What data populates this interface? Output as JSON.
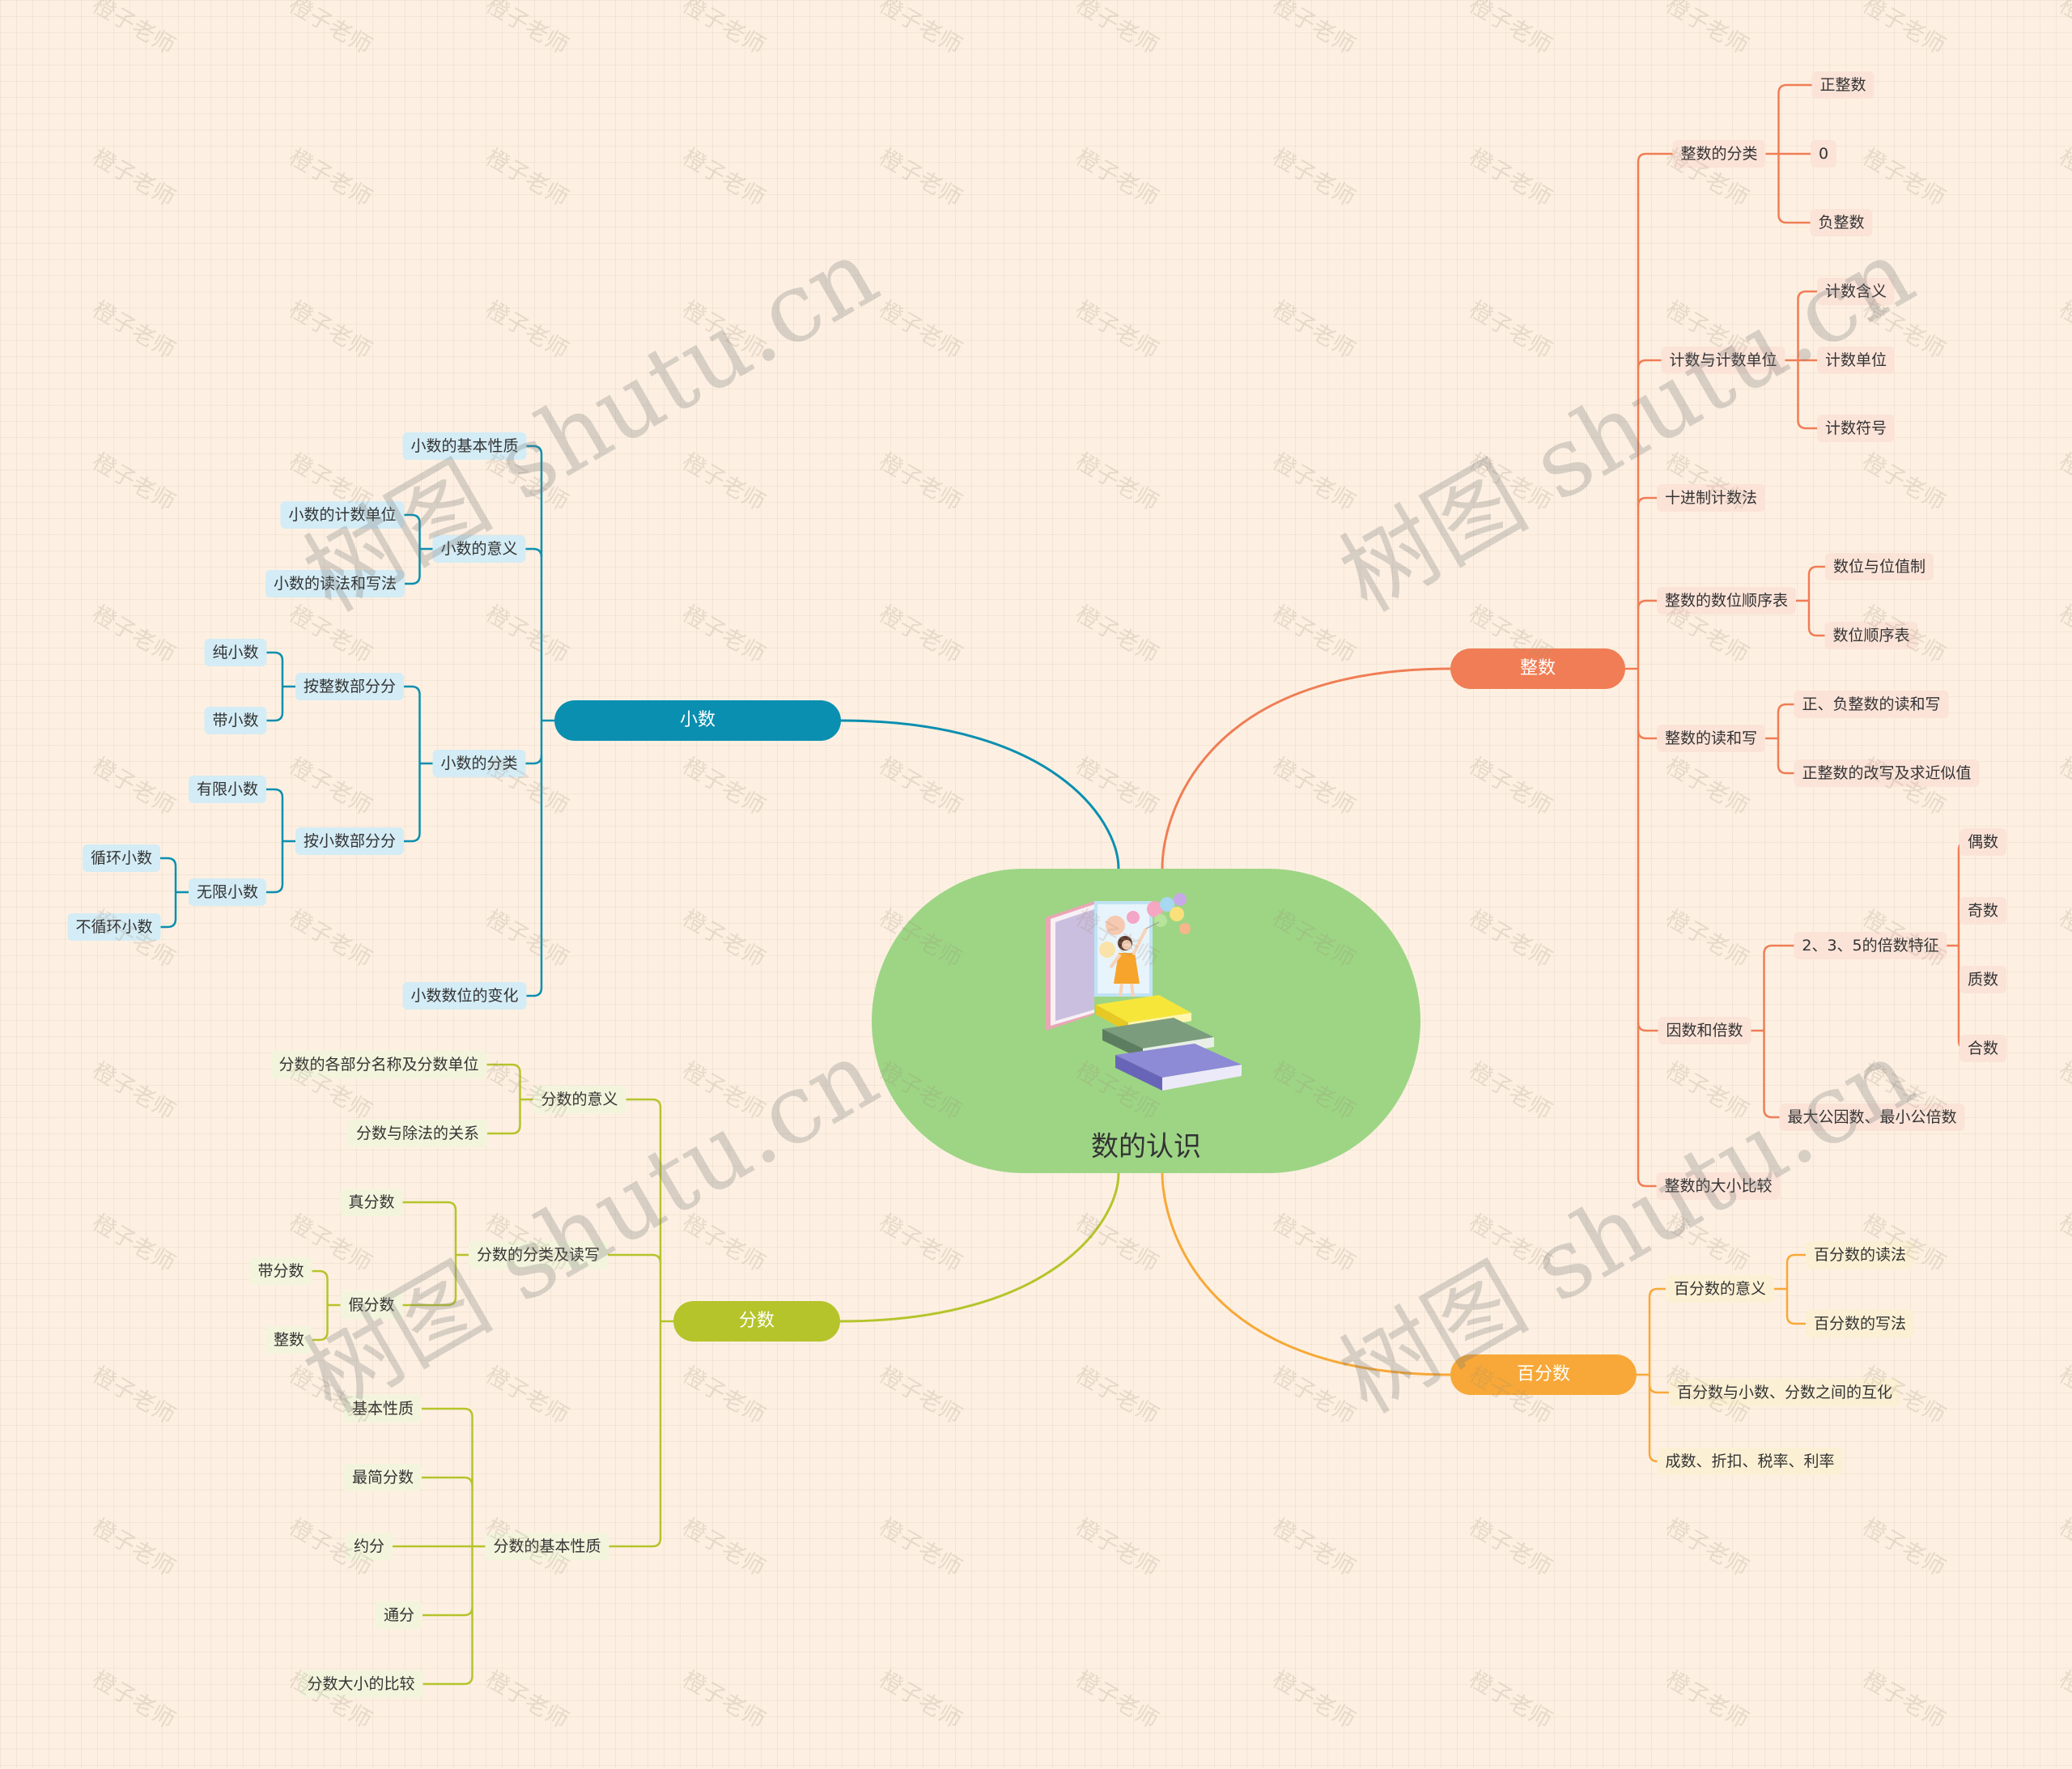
{
  "root": {
    "title": "数的认识"
  },
  "colors": {
    "xiaoshu": "#0b8fb0",
    "fenshu": "#b5c42b",
    "zhengshu": "#f07d55",
    "baifenshu": "#f7a838",
    "center": "#9dd585"
  },
  "branches": {
    "xiaoshu": {
      "label": "小数",
      "children": [
        {
          "label": "小数的基本性质"
        },
        {
          "label": "小数的意义",
          "children": [
            {
              "label": "小数的计数单位"
            },
            {
              "label": "小数的读法和写法"
            }
          ]
        },
        {
          "label": "小数的分类",
          "children": [
            {
              "label": "按整数部分分",
              "children": [
                {
                  "label": "纯小数"
                },
                {
                  "label": "带小数"
                }
              ]
            },
            {
              "label": "按小数部分分",
              "children": [
                {
                  "label": "有限小数"
                },
                {
                  "label": "无限小数",
                  "children": [
                    {
                      "label": "循环小数"
                    },
                    {
                      "label": "不循环小数"
                    }
                  ]
                }
              ]
            }
          ]
        },
        {
          "label": "小数数位的变化"
        }
      ]
    },
    "fenshu": {
      "label": "分数",
      "children": [
        {
          "label": "分数的意义",
          "children": [
            {
              "label": "分数的各部分名称及分数单位"
            },
            {
              "label": "分数与除法的关系"
            }
          ]
        },
        {
          "label": "分数的分类及读写",
          "children": [
            {
              "label": "真分数"
            },
            {
              "label": "假分数",
              "children": [
                {
                  "label": "带分数"
                },
                {
                  "label": "整数"
                }
              ]
            }
          ]
        },
        {
          "label": "分数的基本性质",
          "children": [
            {
              "label": "基本性质"
            },
            {
              "label": "最简分数"
            },
            {
              "label": "约分"
            },
            {
              "label": "通分"
            },
            {
              "label": "分数大小的比较"
            }
          ]
        }
      ]
    },
    "zhengshu": {
      "label": "整数",
      "children": [
        {
          "label": "整数的分类",
          "children": [
            {
              "label": "正整数"
            },
            {
              "label": "0"
            },
            {
              "label": "负整数"
            }
          ]
        },
        {
          "label": "计数与计数单位",
          "children": [
            {
              "label": "计数含义"
            },
            {
              "label": "计数单位"
            },
            {
              "label": "计数符号"
            }
          ]
        },
        {
          "label": "十进制计数法"
        },
        {
          "label": "整数的数位顺序表",
          "children": [
            {
              "label": "数位与位值制"
            },
            {
              "label": "数位顺序表"
            }
          ]
        },
        {
          "label": "整数的读和写",
          "children": [
            {
              "label": "正、负整数的读和写"
            },
            {
              "label": "正整数的改写及求近似值"
            }
          ]
        },
        {
          "label": "因数和倍数",
          "children": [
            {
              "label": "2、3、5的倍数特征",
              "children": [
                {
                  "label": "偶数"
                },
                {
                  "label": "奇数"
                },
                {
                  "label": "质数"
                },
                {
                  "label": "合数"
                }
              ]
            },
            {
              "label": "最大公因数、最小公倍数"
            }
          ]
        },
        {
          "label": "整数的大小比较"
        }
      ]
    },
    "baifenshu": {
      "label": "百分数",
      "children": [
        {
          "label": "百分数的意义",
          "children": [
            {
              "label": "百分数的读法"
            },
            {
              "label": "百分数的写法"
            }
          ]
        },
        {
          "label": "百分数与小数、分数之间的互化"
        },
        {
          "label": "成数、折扣、税率、利率"
        }
      ]
    }
  },
  "watermark": {
    "big": "树图 shutu.cn",
    "small": "橙子老师"
  }
}
